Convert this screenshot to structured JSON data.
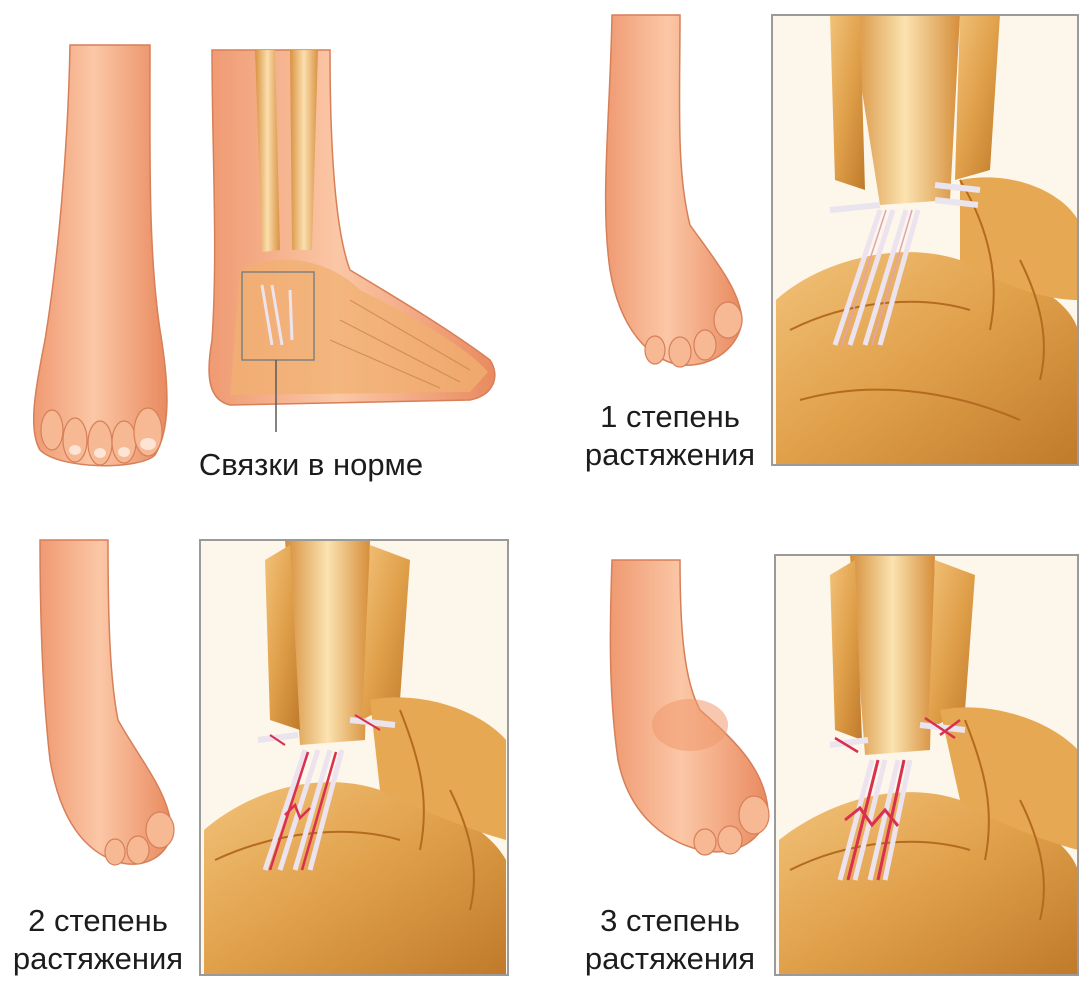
{
  "labels": {
    "normal": "Связки в норме",
    "grade1_line1": "1 степень",
    "grade1_line2": "растяжения",
    "grade2_line1": "2 степень",
    "grade2_line2": "растяжения",
    "grade3_line1": "3 степень",
    "grade3_line2": "растяжения"
  },
  "colors": {
    "skin": "#f5b28e",
    "skin_shadow": "#e8835a",
    "bone": "#e3a24a",
    "bone_dark": "#b46b1f",
    "ligament": "#e9d9e6",
    "ligament_tear": "#d9304f"
  }
}
